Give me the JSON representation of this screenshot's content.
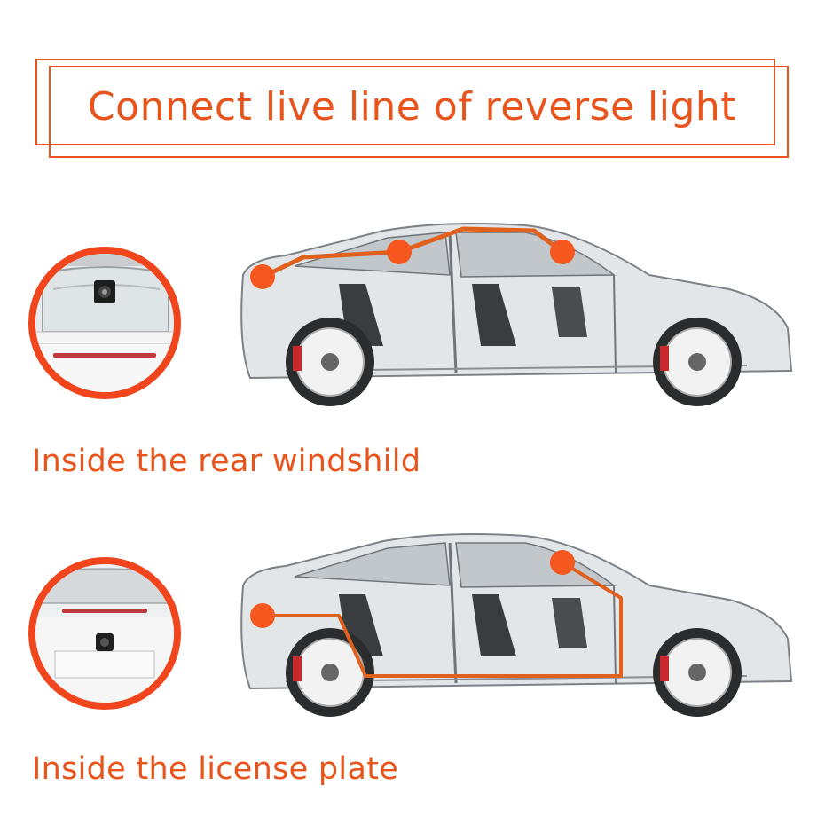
{
  "title": "Connect live line of reverse light",
  "sections": [
    {
      "label": "Inside the rear windshild"
    },
    {
      "label": "Inside the license plate"
    }
  ],
  "colors": {
    "accent": "#e8541b",
    "marker": "#f5571f",
    "route": "#e0601e"
  }
}
